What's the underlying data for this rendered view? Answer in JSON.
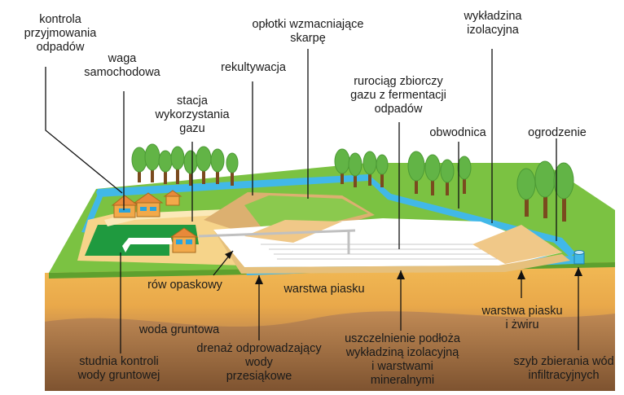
{
  "labels": {
    "kontrola": "kontrola\nprzyjmowania\nodpadów",
    "waga": "waga\nsamochodowa",
    "stacja": "stacja\nwykorzystania\ngazu",
    "rekultywacja": "rekultywacja",
    "oplotki": "opłotki wzmacniające\nskarpę",
    "rurociag": "rurociąg zbiorczy\ngazu z fermentacji\nodpadów",
    "wykladzina": "wykładzina\nizolacyjna",
    "obwodnica": "obwodnica",
    "ogrodzenie": "ogrodzenie",
    "row": "rów opaskowy",
    "warstwa_piasku": "warstwa piasku",
    "woda_gruntowa": "woda gruntowa",
    "warstwa_piasku_zwiru": "warstwa piasku\ni żwiru",
    "studnia": "studnia kontroli\nwody gruntowej",
    "drenaz": "drenaż odprowadzający\nwody\nprzesiąkowe",
    "uszczelnienie": "uszczelnienie podłoża\nwykładziną izolacyjną\ni warstwami\nmineralnymi",
    "szyb": "szyb zbierania wód\ninfiltracyjnych"
  },
  "colors": {
    "grass": "#7bc242",
    "grass_dark": "#5ea02e",
    "sand": "#f6d48a",
    "soil_top": "#f0b24c",
    "soil_mid": "#d99a48",
    "soil_deep": "#9a6a3c",
    "water": "#41b8e8",
    "tree": "#62b446",
    "trunk": "#7a4a1e",
    "house": "#f2a94a",
    "pit": "#ffffff",
    "waste": "#e9c98a"
  }
}
